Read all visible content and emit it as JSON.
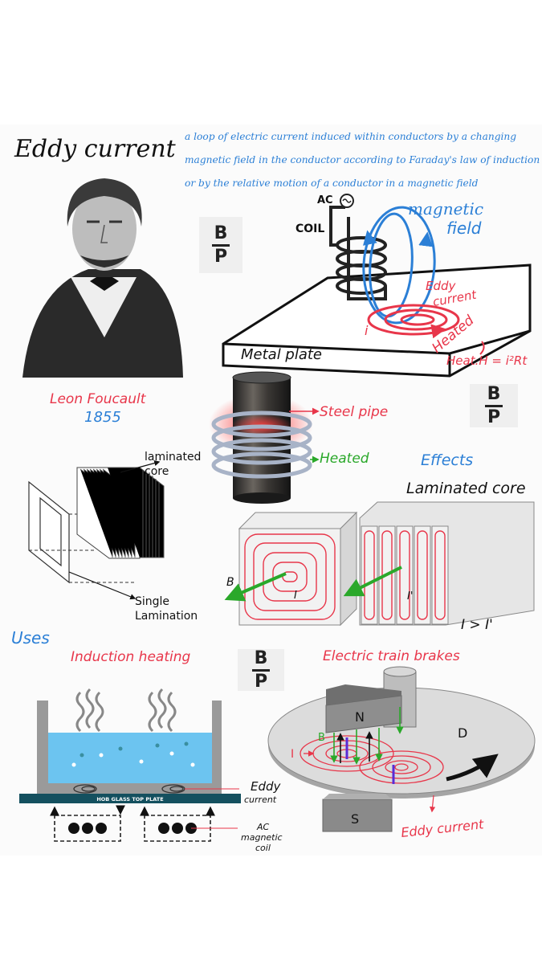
{
  "title": "Eddy current",
  "definition": [
    "a loop of electric current induced within conductors by a changing",
    "magnetic field in the conductor according to Faraday's law of induction",
    "or by the relative motion of a conductor in a magnetic field"
  ],
  "portrait": {
    "name": "Leon Foucault",
    "year": "1855"
  },
  "logo": {
    "top": "B",
    "bottom": "P"
  },
  "coil_diagram": {
    "ac": "AC",
    "coil": "COIL",
    "magnetic_field_1": "magnetic",
    "magnetic_field_2": "field",
    "eddy_1": "Eddy",
    "eddy_2": "current",
    "current_symbol": "i",
    "heated": "Heated",
    "plate": "Metal plate",
    "heat_formula": "Heat.H = i²Rt"
  },
  "pipe": {
    "steel_pipe": "Steel pipe",
    "heated": "Heated"
  },
  "lamination": {
    "laminated_core_1": "laminated",
    "laminated_core_2": "core",
    "single_1": "Single",
    "single_2": "Lamination"
  },
  "effects": {
    "heading": "Effects",
    "laminated_core": "Laminated core",
    "b_label": "B",
    "i_label": "I",
    "i2_label": "I'",
    "inequality": "I > I'"
  },
  "uses": {
    "heading": "Uses",
    "induction_heating": "Induction heating",
    "hob_plate": "HOB GLASS TOP PLATE",
    "eddy_1": "Eddy",
    "eddy_2": "current",
    "ac_1": "AC",
    "ac_2": "magnetic",
    "ac_3": "coil",
    "train_brakes": "Electric train brakes",
    "n": "N",
    "s": "S",
    "d": "D",
    "b": "B",
    "i": "I",
    "eddy_current": "Eddy current"
  },
  "colors": {
    "red": "#e8364a",
    "blue": "#2b7fd6",
    "water": "#6cc4f0",
    "plate": "#14505f"
  }
}
